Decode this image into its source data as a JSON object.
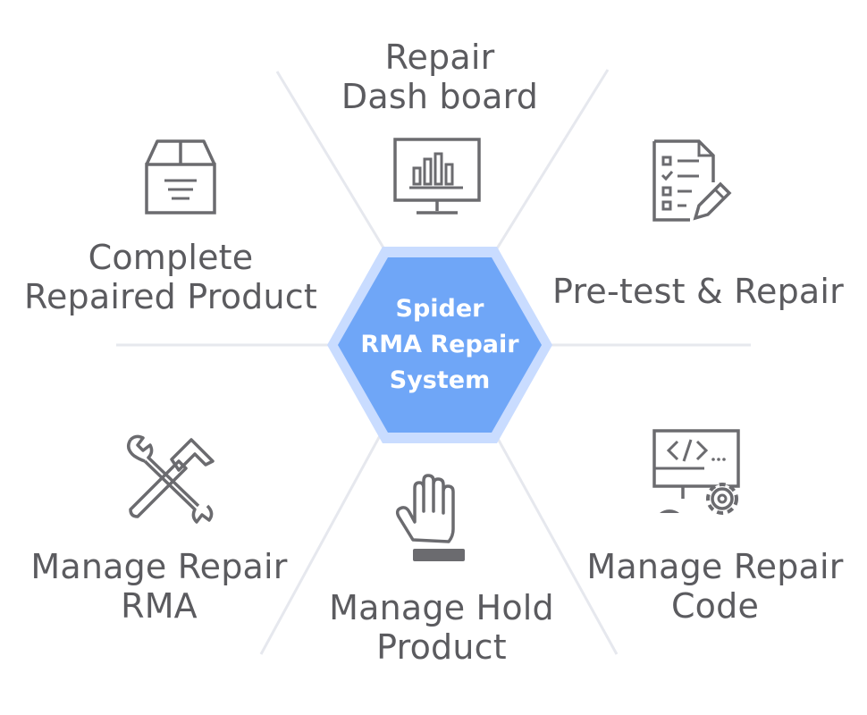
{
  "center": {
    "line1": "Spider",
    "line2": "RMA Repair",
    "line3": "System"
  },
  "nodes": {
    "dashboard": {
      "line1": "Repair",
      "line2": "Dash board",
      "icon": "monitor-bar-chart-icon"
    },
    "pretest": {
      "line1": "Pre-test & Repair",
      "icon": "checklist-pencil-icon"
    },
    "repair_code": {
      "line1": "Manage Repair",
      "line2": "Code",
      "icon": "code-monitor-gear-icon"
    },
    "hold_product": {
      "line1": "Manage Hold",
      "line2": "Product",
      "icon": "hand-stop-icon"
    },
    "repair_rma": {
      "line1": "Manage Repair",
      "line2": "RMA",
      "icon": "wrench-hammer-icon"
    },
    "complete": {
      "line1": "Complete",
      "line2": "Repaired Product",
      "icon": "box-icon"
    }
  },
  "colors": {
    "hub_fill": "#6fa6f7",
    "hub_border": "#c9dcff",
    "icon_stroke": "#6b6b6f",
    "text": "#5b5b5f",
    "spoke": "#e6e8ee"
  }
}
